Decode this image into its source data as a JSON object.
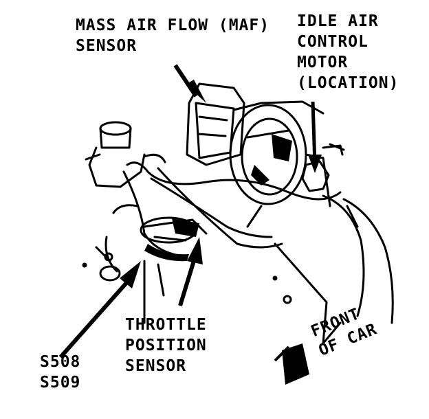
{
  "labels": {
    "maf": {
      "line1": "MASS AIR FLOW (MAF)",
      "line2": "SENSOR"
    },
    "iac": {
      "line1": "IDLE AIR",
      "line2": "CONTROL",
      "line3": "MOTOR",
      "line4": "(LOCATION)"
    },
    "tps": {
      "line1": "THROTTLE",
      "line2": "POSITION",
      "line3": "SENSOR"
    },
    "splices": {
      "line1": "S508",
      "line2": "S509"
    },
    "front": {
      "line1": "FRONT",
      "line2": "OF CAR"
    }
  },
  "colors": {
    "ink": "#000000",
    "paper": "#ffffff"
  }
}
